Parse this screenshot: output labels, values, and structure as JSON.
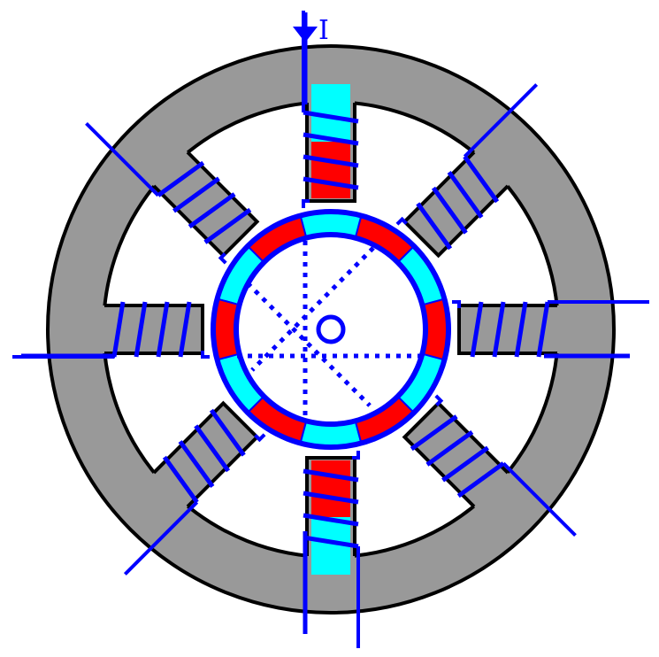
{
  "diagram": {
    "current_label": "I",
    "pole_count": 8,
    "rotor_segments": 12,
    "colors": {
      "stator": "#999999",
      "outline": "#000000",
      "wire": "#0000ff",
      "north": "#ff0000",
      "south": "#00ffff"
    }
  }
}
